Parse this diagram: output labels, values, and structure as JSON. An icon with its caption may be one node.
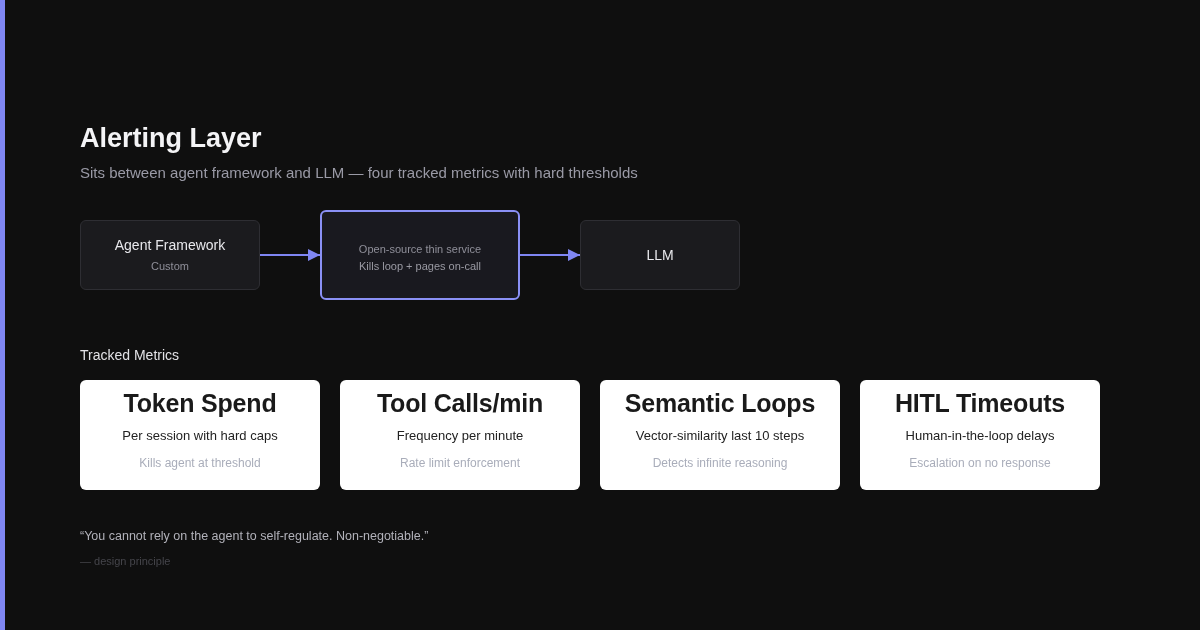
{
  "diagram": {
    "title": "Alerting Layer",
    "nodes": [
      {
        "text": [
          "Agent Framework",
          "Custom"
        ]
      },
      {
        "text": [
          "Open-source thin service",
          "Kills loop + pages on-call"
        ]
      },
      {
        "text": [
          "LLM"
        ]
      },
      {
        "text": [
          "Token Spend",
          "Per session with hard caps",
          "Kills agent at threshold"
        ]
      },
      {
        "text": [
          "Tool Calls/min",
          "Frequency per minute",
          "Rate limit enforcement"
        ]
      },
      {
        "text": [
          "Semantic Loops",
          "Vector-similarity last 10 steps",
          "Detects infinite reasoning"
        ]
      },
      {
        "text": [
          "HITL Timeouts",
          "Human-in-the-loop delays",
          "Escalation on no response"
        ]
      }
    ],
    "edges": [
      {
        "from": 0,
        "to": 1,
        "arrow": "to"
      },
      {
        "from": 1,
        "to": 2,
        "arrow": "to"
      }
    ],
    "labels": [
      "Sits between agent framework and LLM — four tracked metrics with hard thresholds",
      "Tracked Metrics",
      "“You cannot rely on the agent to self-regulate. Non-negotiable.”",
      "— design principle"
    ]
  }
}
